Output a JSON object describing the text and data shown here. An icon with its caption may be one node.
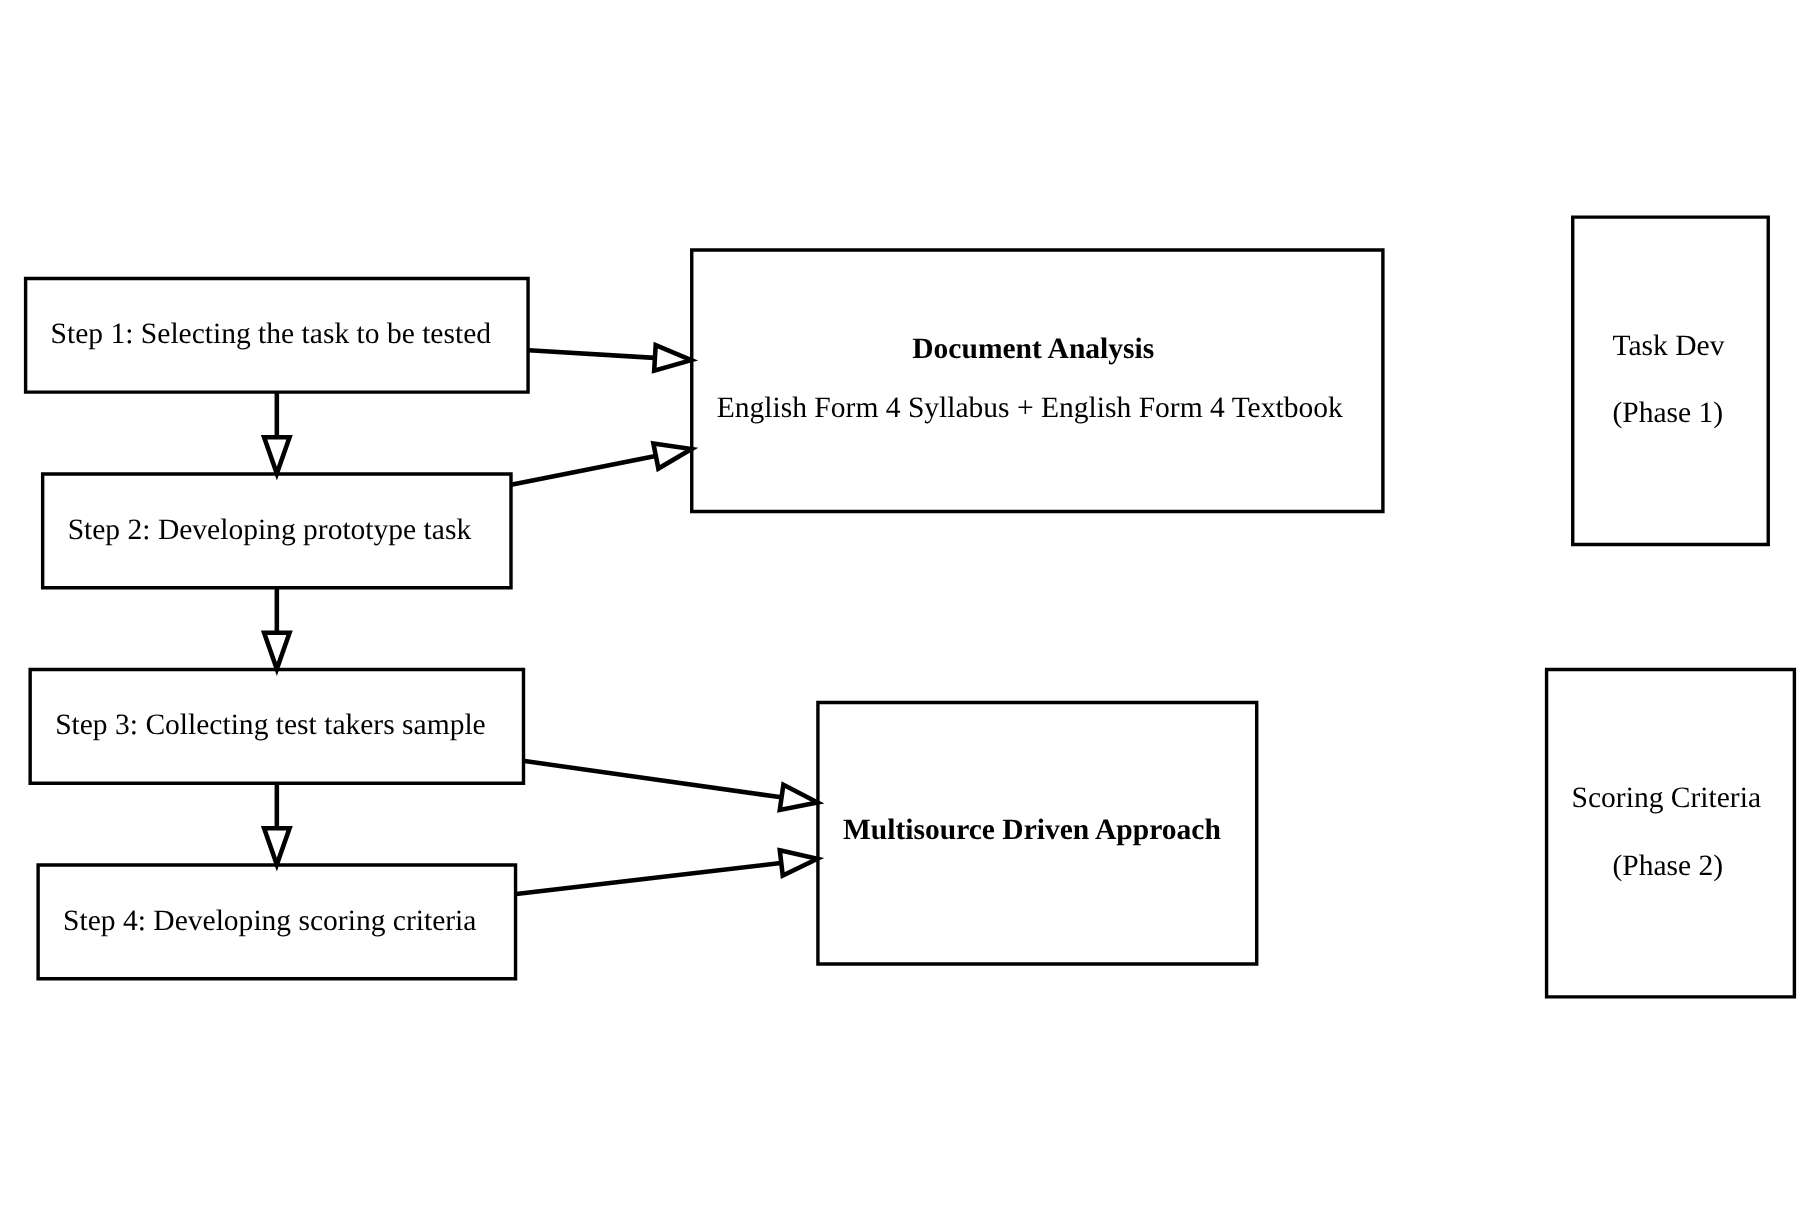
{
  "diagram": {
    "nodes": [
      {
        "text": [
          "Step 1: Selecting the task to be tested"
        ]
      },
      {
        "text": [
          "Step 2: Developing prototype task"
        ]
      },
      {
        "text": [
          "Document Analysis",
          "English Form 4 Syllabus + English Form 4 Textbook"
        ]
      },
      {
        "text": [
          "Task Dev",
          "(Phase 1)"
        ]
      },
      {
        "text": [
          "Step 3: Collecting test takers sample"
        ]
      },
      {
        "text": [
          "Step 4: Developing scoring criteria"
        ]
      },
      {
        "text": [
          "Multisource Driven Approach"
        ]
      },
      {
        "text": [
          "Scoring Criteria",
          "(Phase 2)"
        ]
      }
    ],
    "edges": [
      {
        "from": 0,
        "to": 1,
        "arrow": "to"
      },
      {
        "from": 0,
        "to": 2,
        "arrow": "to"
      },
      {
        "from": 1,
        "to": 2,
        "arrow": "to"
      },
      {
        "from": 1,
        "to": 4,
        "arrow": "to"
      },
      {
        "from": 4,
        "to": 5,
        "arrow": "to"
      },
      {
        "from": 4,
        "to": 6,
        "arrow": "to"
      },
      {
        "from": 5,
        "to": 6,
        "arrow": "to"
      }
    ]
  }
}
